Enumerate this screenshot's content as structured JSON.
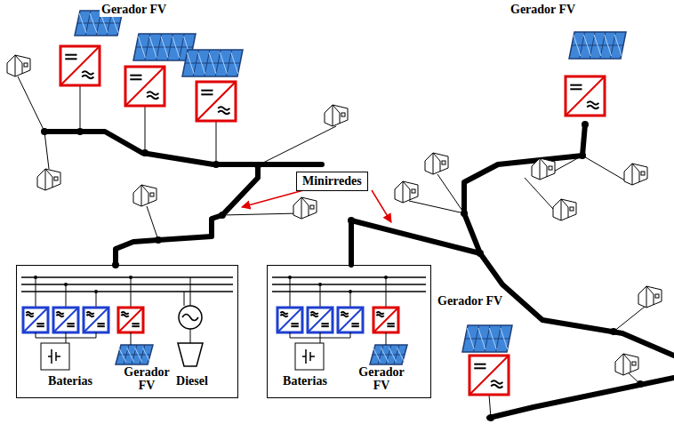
{
  "diagram": {
    "nodes": [
      {
        "text": [
          "Minirredes"
        ]
      },
      {
        "text": [
          "Baterias",
          "Gerador FV",
          "Diesel"
        ]
      },
      {
        "text": [
          "Baterias",
          "Gerador FV"
        ]
      }
    ],
    "labels": [
      "Gerador FV",
      "Gerador FV",
      "Gerador FV"
    ]
  }
}
